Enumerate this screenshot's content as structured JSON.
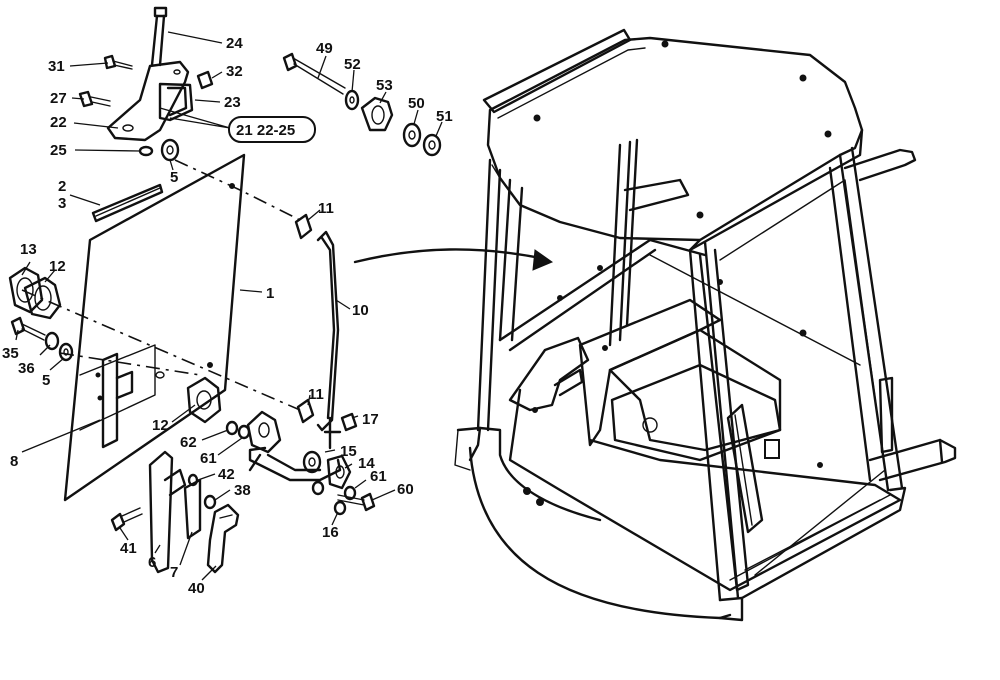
{
  "labels": {
    "l24": "24",
    "l31": "31",
    "l32": "32",
    "l27": "27",
    "l23": "23",
    "l22": "22",
    "l21": "21 22-25",
    "l25": "25",
    "l5a": "5",
    "l2": "2",
    "l3": "3",
    "l13": "13",
    "l12a": "12",
    "l1": "1",
    "l11a": "11",
    "l10": "10",
    "l35": "35",
    "l36": "36",
    "l5b": "5",
    "l8": "8",
    "l12b": "12",
    "l11b": "11",
    "l17": "17",
    "l62": "62",
    "l61a": "61",
    "l15": "15",
    "l14": "14",
    "l61b": "61",
    "l42": "42",
    "l38": "38",
    "l60": "60",
    "l16": "16",
    "l41": "41",
    "l6": "6",
    "l7": "7",
    "l40": "40",
    "l49": "49",
    "l52": "52",
    "l53": "53",
    "l50": "50",
    "l51": "51"
  }
}
